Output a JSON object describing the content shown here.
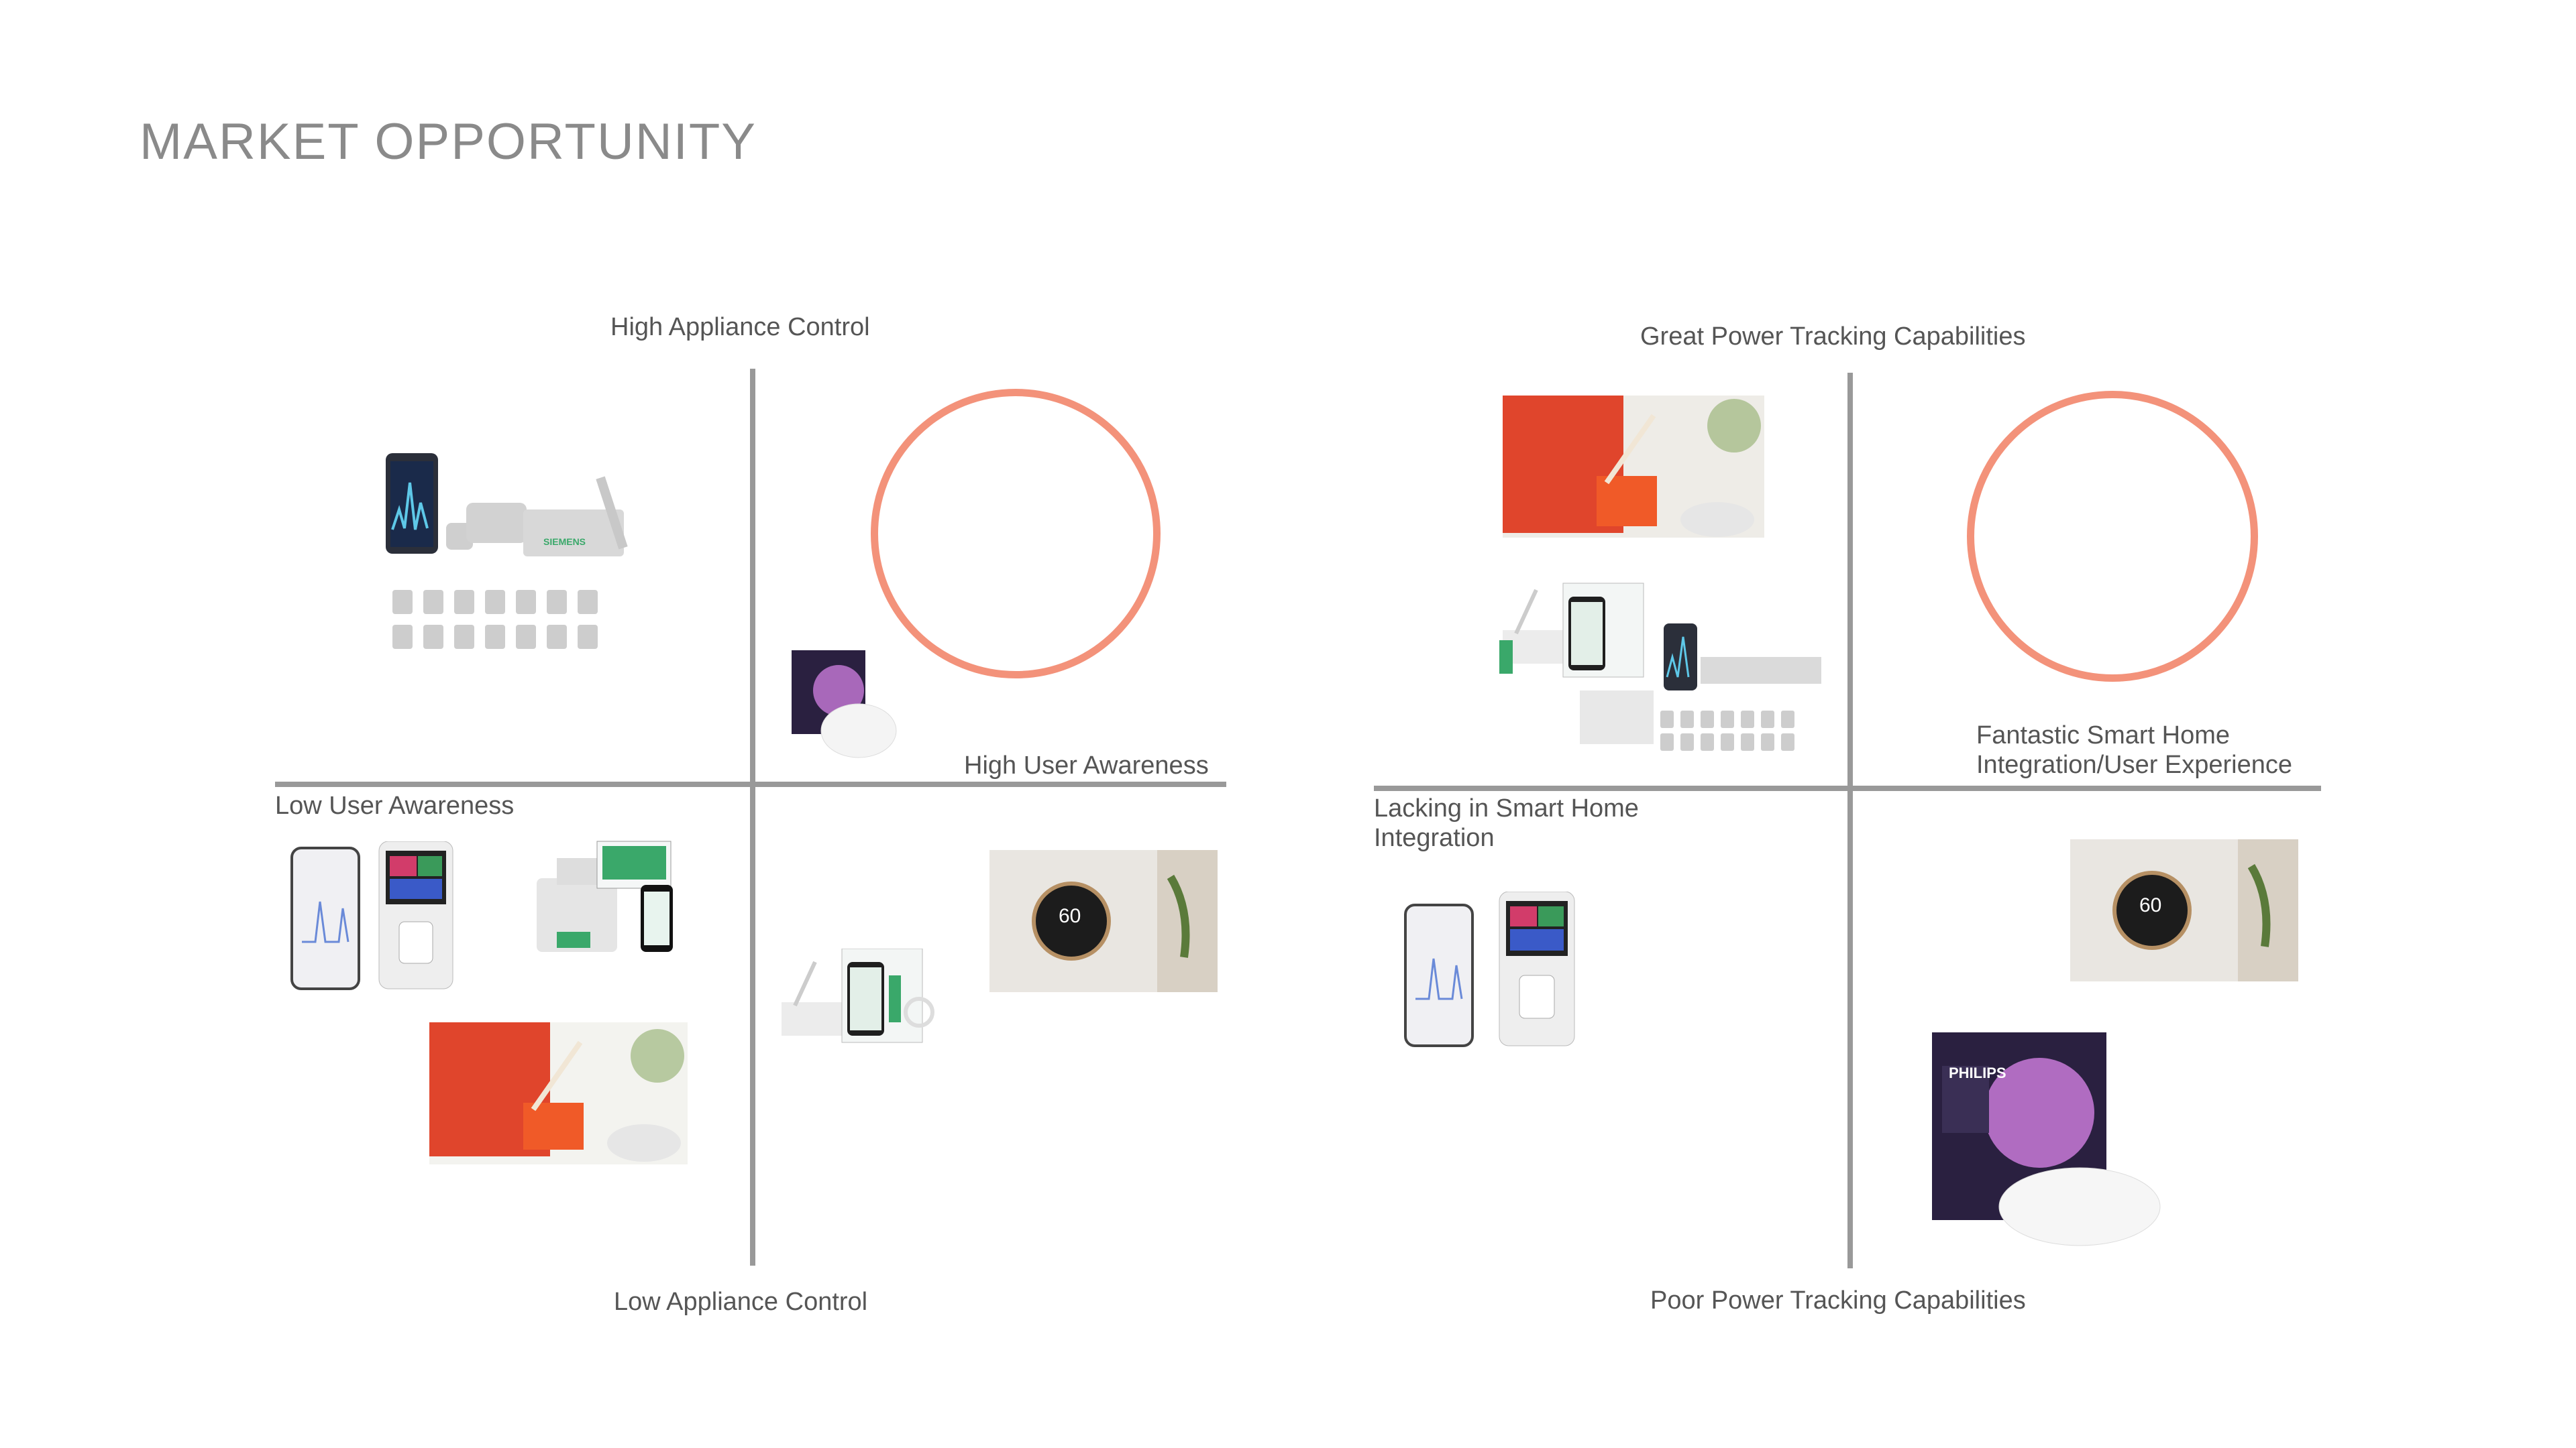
{
  "title": "MARKET OPPORTUNITY",
  "colors": {
    "target_ring": "#f3927a",
    "axis": "#999999",
    "text": "#555555",
    "title": "#8a8a8a"
  },
  "left_matrix": {
    "top": "High Appliance Control",
    "bottom": "Low Appliance Control",
    "left": "Low User Awareness",
    "right": "High User Awareness"
  },
  "right_matrix": {
    "top": "Great Power Tracking Capabilities",
    "bottom": "Poor Power Tracking Capabilities",
    "left": "Lacking in Smart Home Integration",
    "right": "Fantastic Smart Home Integration/User Experience"
  },
  "products": {
    "siemens_label": "SIEMENS",
    "philips_label": "PHILIPS",
    "thermostat_reading": "60"
  }
}
